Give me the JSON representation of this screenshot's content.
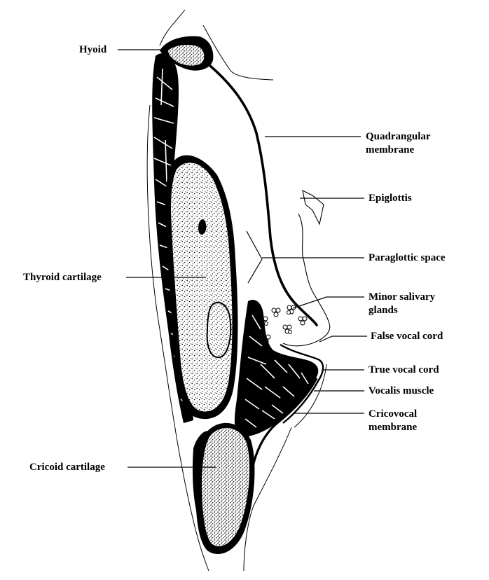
{
  "labels": {
    "hyoid": "Hyoid",
    "quadrangular_membrane": [
      "Quadrangular",
      "membrane"
    ],
    "epiglottis": "Epiglottis",
    "paraglottic_space": "Paraglottic space",
    "thyroid_cartilage": "Thyroid cartilage",
    "minor_salivary_glands": [
      "Minor salivary",
      "glands"
    ],
    "false_vocal_cord": "False vocal cord",
    "true_vocal_cord": "True vocal cord",
    "vocalis_muscle": "Vocalis muscle",
    "cricovocal_membrane": [
      "Cricovocal",
      "membrane"
    ],
    "cricoid_cartilage": "Cricoid cartilage"
  },
  "colors": {
    "ink": "#000000",
    "paper": "#ffffff"
  }
}
